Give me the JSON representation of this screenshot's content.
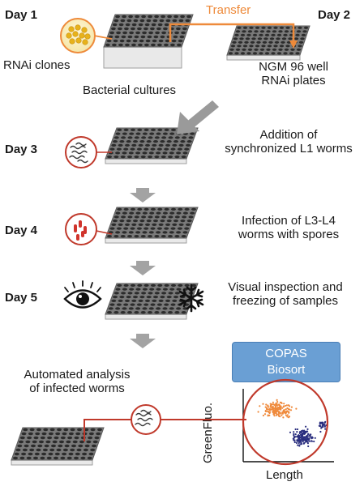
{
  "days": {
    "day1": "Day 1",
    "day2": "Day 2",
    "day3": "Day 3",
    "day4": "Day 4",
    "day5": "Day 5"
  },
  "labels": {
    "transfer": "Transfer",
    "rnai_clones": "RNAi clones",
    "bacterial_cultures": "Bacterial cultures",
    "ngm_plates_line1": "NGM 96 well",
    "ngm_plates_line2": "RNAi plates",
    "step3_line1": "Addition of",
    "step3_line2": "synchronized L1 worms",
    "step4_line1": "Infection of L3-L4",
    "step4_line2": "worms with spores",
    "step5_line1": "Visual inspection and",
    "step5_line2": "freezing of samples",
    "analysis_line1": "Automated analysis",
    "analysis_line2": "of infected worms",
    "copas_line1": "COPAS",
    "copas_line2": "Biosort",
    "plot_ylabel": "GreenFluo.",
    "plot_xlabel": "Length"
  },
  "colors": {
    "transfer_orange": "#ee8a3a",
    "connector_red": "#c0392b",
    "arrow_gray": "#9a9a9a",
    "plate_top": "#6b6b6b",
    "well": "#2e2e2e",
    "copas_blue": "#6a9fd4",
    "cluster_orange": "#ef8a3c",
    "cluster_blue": "#2b2f7f"
  },
  "icons": [
    "bacteria-colonies-icon",
    "worms-icon",
    "spores-icon",
    "eye-icon",
    "snowflake-icon",
    "scatter-plot-icon"
  ]
}
